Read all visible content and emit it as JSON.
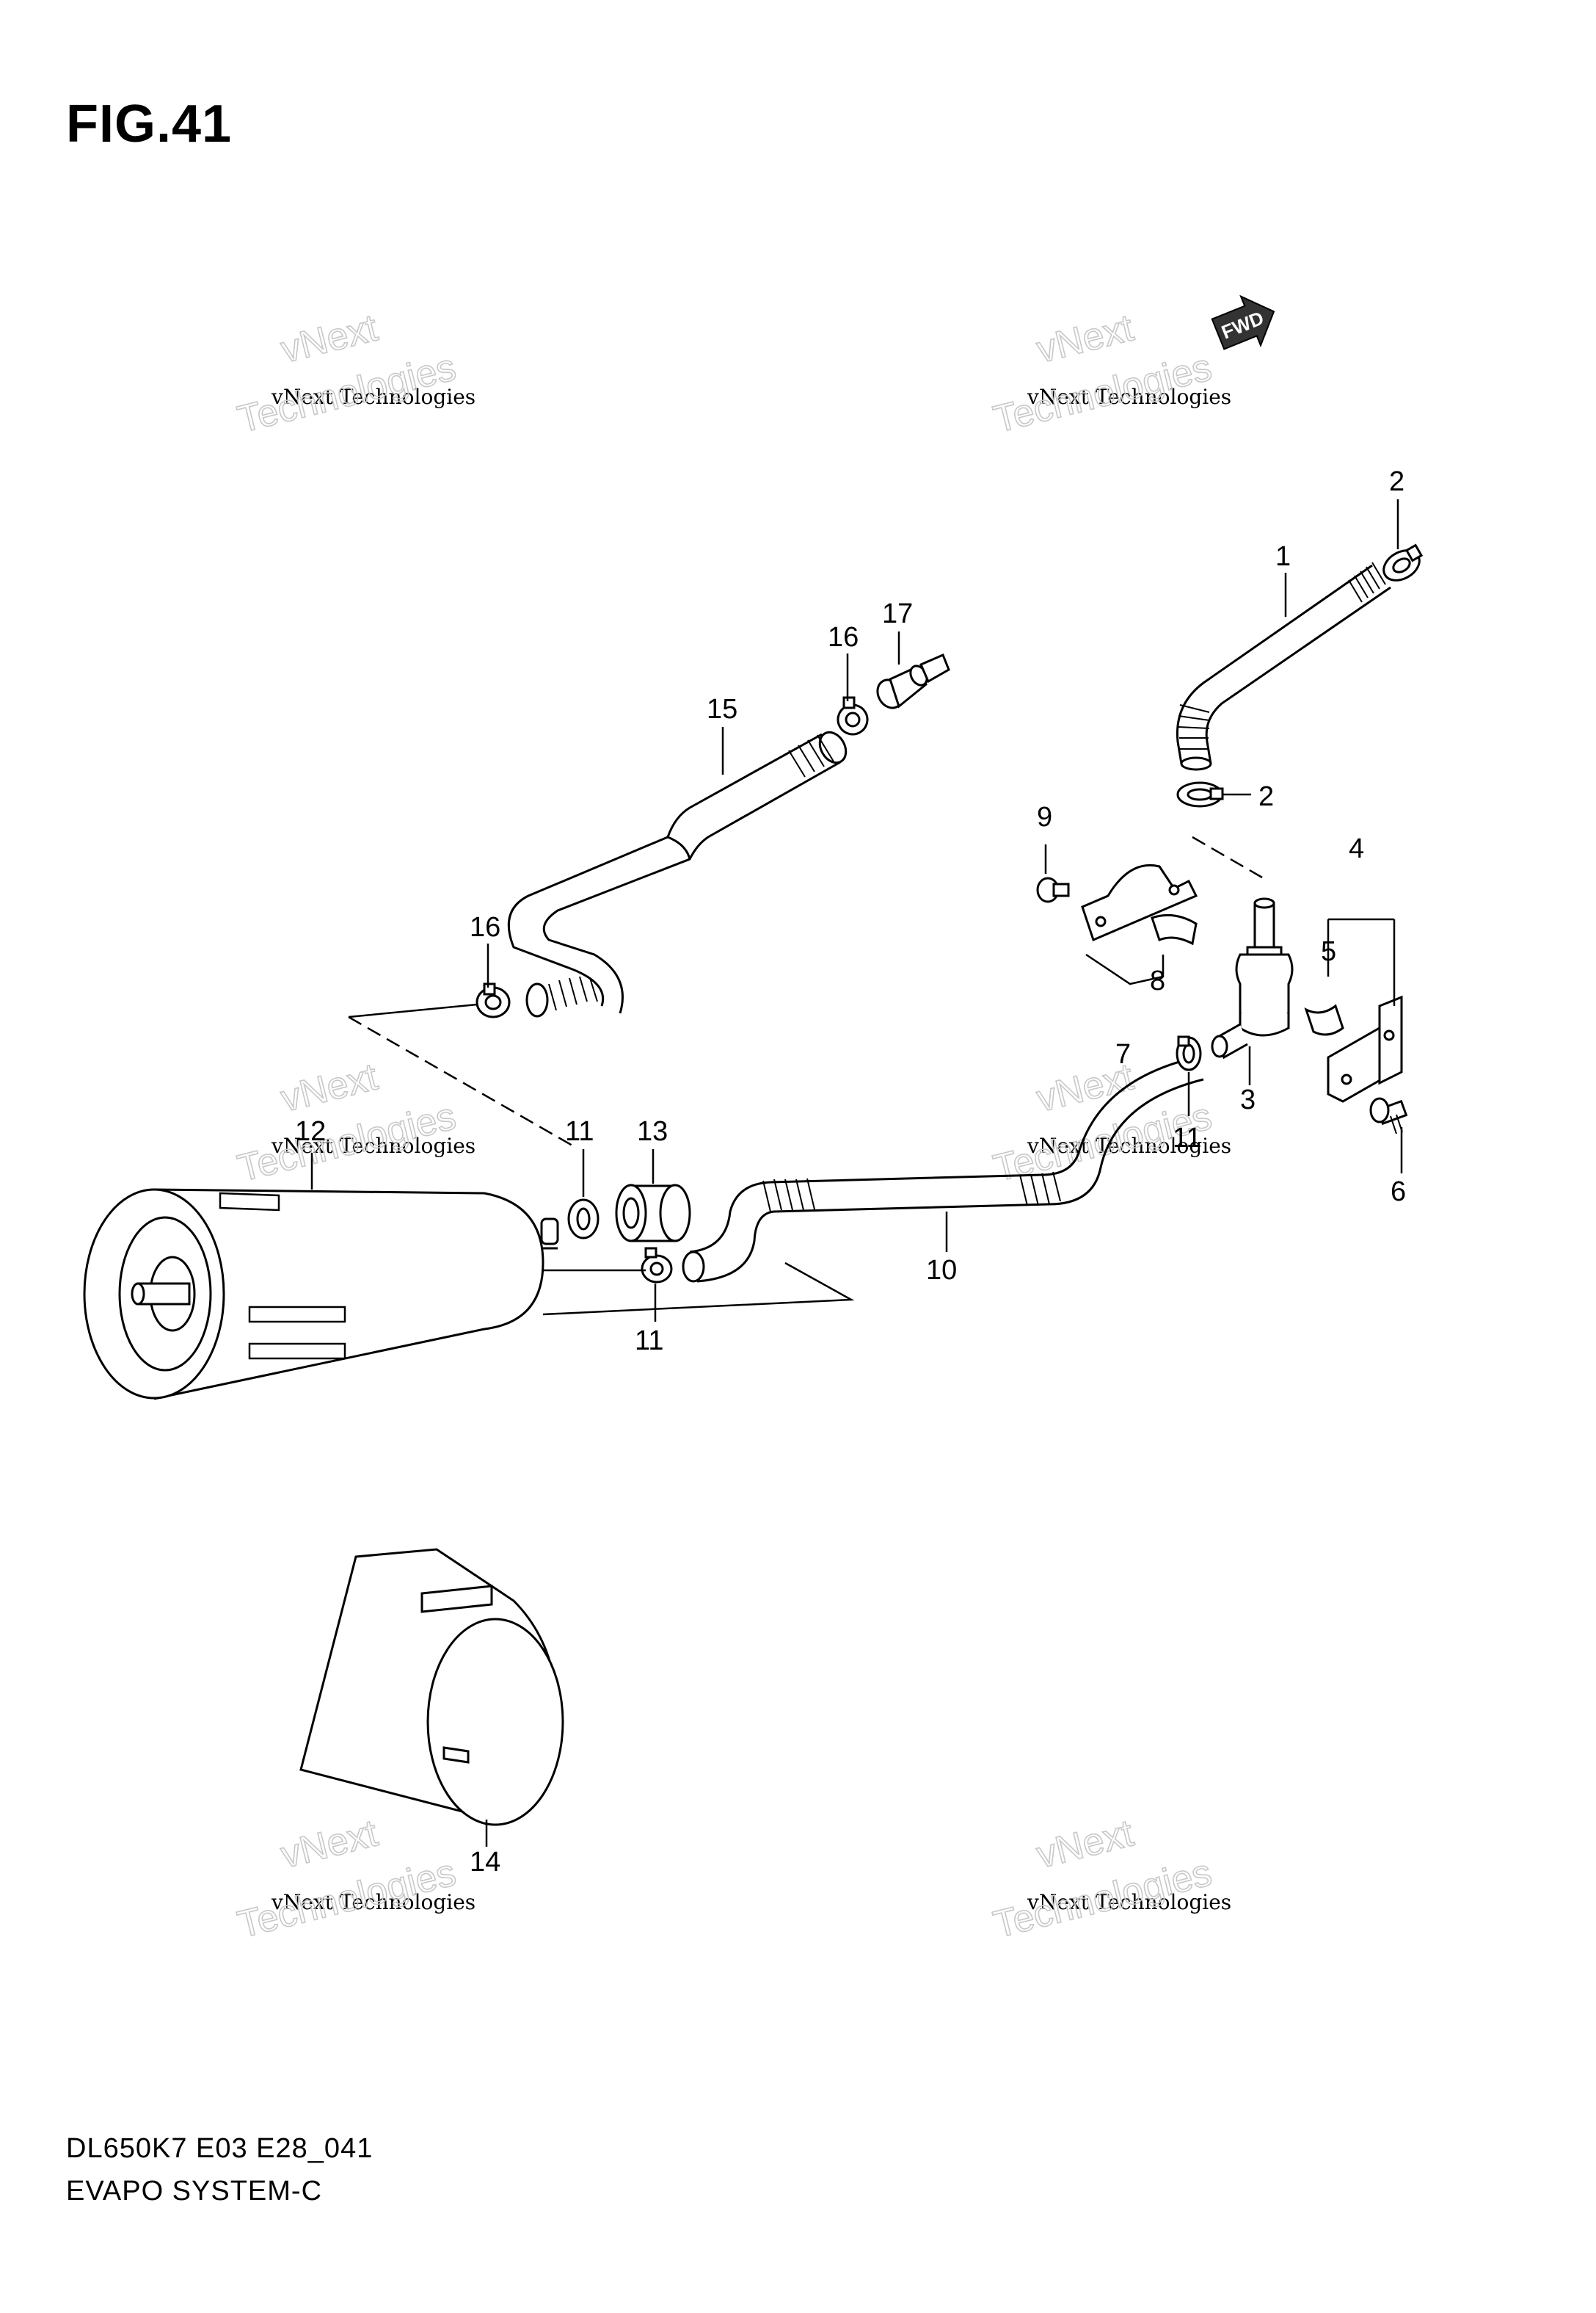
{
  "figure": {
    "title": "FIG.41",
    "code": "DL650K7 E03 E28_041",
    "name": "EVAPO SYSTEM-C"
  },
  "fwd_label": "FWD",
  "watermark": {
    "line1": "vNext",
    "line2": "vNext Technologies",
    "line3": "Technologies"
  },
  "callouts": {
    "c1": "1",
    "c2a": "2",
    "c2b": "2",
    "c3": "3",
    "c4": "4",
    "c5": "5",
    "c6": "6",
    "c7": "7",
    "c8": "8",
    "c9": "9",
    "c10": "10",
    "c11a": "11",
    "c11b": "11",
    "c11c": "11",
    "c12": "12",
    "c13": "13",
    "c14": "14",
    "c15": "15",
    "c16a": "16",
    "c16b": "16",
    "c17": "17"
  }
}
